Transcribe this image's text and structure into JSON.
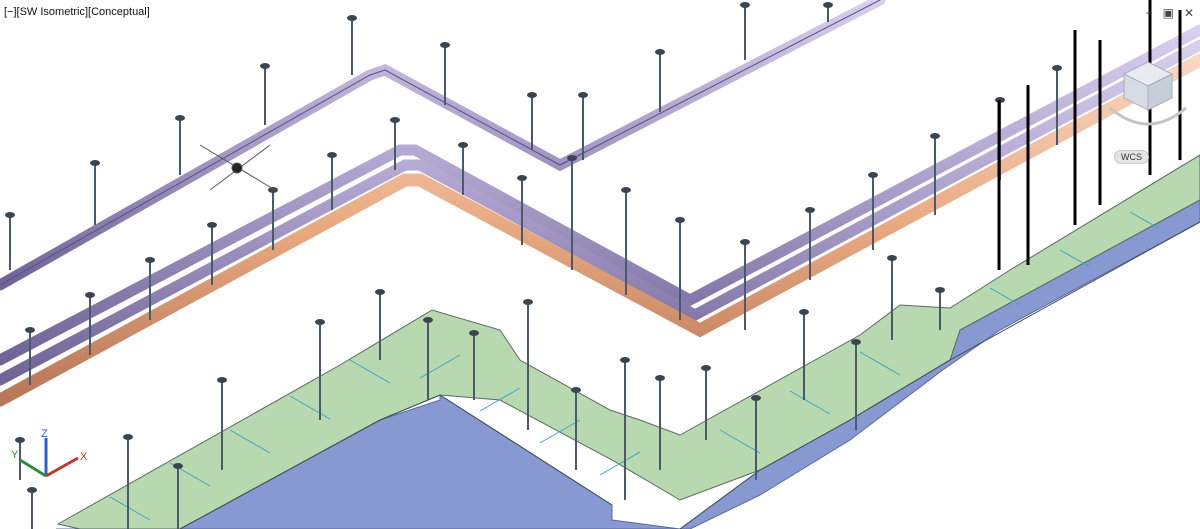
{
  "viewport": {
    "controls_label": "[−][SW Isometric][Conceptual]",
    "minimize_glyph": "−",
    "restore_glyph": "▣",
    "close_glyph": "✕"
  },
  "viewcube": {
    "icon": "viewcube-icon",
    "wcs_label": "WCS"
  },
  "ucs": {
    "icon": "ucs-axis-icon",
    "x_label": "X",
    "y_label": "Y",
    "z_label": "Z"
  },
  "colors": {
    "background": "#ffffff",
    "pipe": "#a89cc8",
    "pipe_insulated": "#e8a880",
    "duct_top": "#b8d8b0",
    "duct_side": "#8898d0",
    "hanger": "#4a5a6a",
    "x_axis": "#c0392b",
    "y_axis": "#2e8b3e",
    "z_axis": "#2d5fd0"
  }
}
